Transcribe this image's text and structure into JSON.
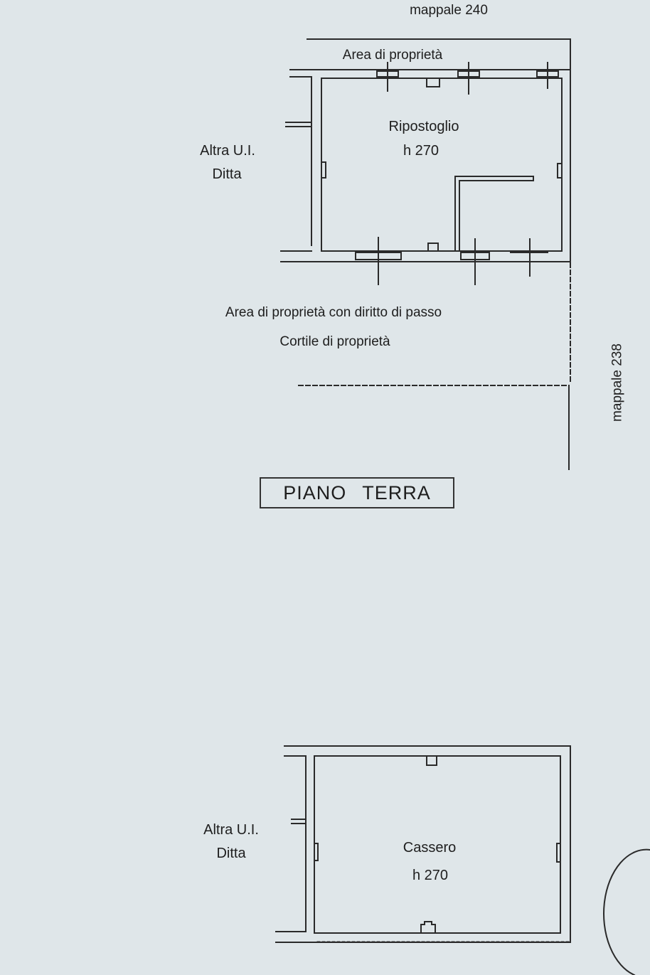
{
  "labels": {
    "mappale_240": "mappale 240",
    "mappale_238": "mappale 238",
    "area_proprieta_top": "Area di proprietà",
    "altra_ui_top": "Altra U.I.",
    "ditta_top": "Ditta",
    "ripostoglio": "Ripostoglio",
    "h_ripostoglio": "h 270",
    "area_passo": "Area di proprietà con diritto di passo",
    "cortile": "Cortile di proprietà",
    "piano_terra": "PIANO   TERRA",
    "altra_ui_bottom": "Altra U.I.",
    "ditta_bottom": "Ditta",
    "cassero": "Cassero",
    "h_cassero": "h 270"
  },
  "colors": {
    "paper": "#dfe6e9",
    "ink": "#2a2a2a"
  }
}
